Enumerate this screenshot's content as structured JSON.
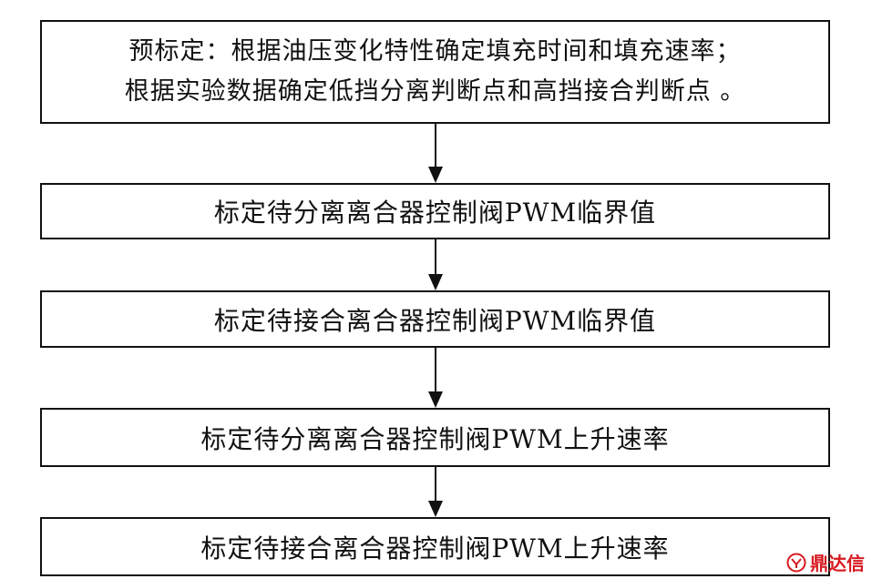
{
  "flowchart": {
    "steps": [
      {
        "lines": [
          "预标定：根据油压变化特性确定填充时间和填充速率；",
          "根据实验数据确定低挡分离判断点和高挡接合判断点 。"
        ]
      },
      {
        "text": "标定待分离离合器控制阀PWM临界值"
      },
      {
        "text": "标定待接合离合器控制阀PWM临界值"
      },
      {
        "text": "标定待分离离合器控制阀PWM上升速率"
      },
      {
        "text": "标定待接合离合器控制阀PWM上升速率"
      }
    ]
  },
  "watermark": {
    "text": "鼎达信",
    "color": "#d71920",
    "icon": "brand-logo-icon"
  }
}
